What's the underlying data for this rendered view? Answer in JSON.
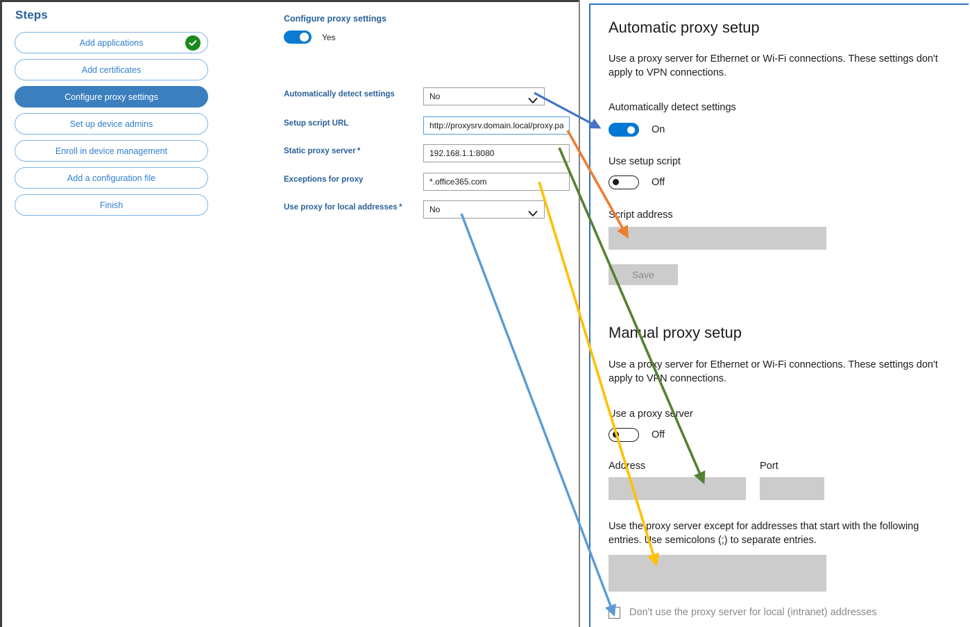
{
  "steps_panel": {
    "title": "Steps",
    "items": [
      {
        "label": "Add applications",
        "state": "complete",
        "icon": "check-circle-icon"
      },
      {
        "label": "Add certificates",
        "state": "default"
      },
      {
        "label": "Configure proxy settings",
        "state": "active"
      },
      {
        "label": "Set up device admins",
        "state": "default"
      },
      {
        "label": "Enroll in device management",
        "state": "default"
      },
      {
        "label": "Add a configuration file",
        "state": "default"
      },
      {
        "label": "Finish",
        "state": "default"
      }
    ]
  },
  "form": {
    "heading": "Configure proxy settings",
    "master_toggle": {
      "value": "Yes",
      "state": "on"
    },
    "fields": [
      {
        "label": "Automatically detect settings",
        "required": false,
        "type": "select",
        "value": "No",
        "icon": "chevron-down-icon"
      },
      {
        "label": "Setup script URL",
        "required": false,
        "type": "text",
        "value": "http://proxysrv.domain.local/proxy.pa",
        "focused": true
      },
      {
        "label": "Static proxy server",
        "required": true,
        "type": "text",
        "value": "192.168.1.1:8080"
      },
      {
        "label": "Exceptions for proxy",
        "required": false,
        "type": "text",
        "value": "*.office365.com"
      },
      {
        "label": "Use proxy for local addresses",
        "required": true,
        "type": "select",
        "value": "No",
        "icon": "chevron-down-icon"
      }
    ]
  },
  "windows_settings": {
    "automatic": {
      "title": "Automatic proxy setup",
      "description": "Use a proxy server for Ethernet or Wi-Fi connections. These settings don't apply to VPN connections.",
      "auto_detect_label": "Automatically detect settings",
      "auto_detect_state": "On",
      "setup_script_label": "Use setup script",
      "setup_script_state": "Off",
      "script_address_label": "Script address",
      "script_address_value": "",
      "save_label": "Save"
    },
    "manual": {
      "title": "Manual proxy setup",
      "description": "Use a proxy server for Ethernet or Wi-Fi connections. These settings don't apply to VPN connections.",
      "use_proxy_label": "Use a proxy server",
      "use_proxy_state": "Off",
      "address_label": "Address",
      "address_value": "",
      "port_label": "Port",
      "port_value": "",
      "exceptions_description": "Use the proxy server except for addresses that start with the following entries. Use semicolons (;) to separate entries.",
      "exceptions_value": "",
      "bypass_local_label": "Don't use the proxy server for local (intranet) addresses",
      "bypass_local_checked": false
    }
  },
  "annotations": {
    "mappings": [
      {
        "name": "automatically-detect-settings",
        "color": "#4472c4",
        "from": "Automatically detect settings",
        "to": "Automatically detect settings toggle"
      },
      {
        "name": "setup-script-url",
        "color": "#ed7d31",
        "from": "Setup script URL",
        "to": "Script address"
      },
      {
        "name": "static-proxy-server",
        "color": "#548235",
        "from": "Static proxy server",
        "to": "Address"
      },
      {
        "name": "exceptions-for-proxy",
        "color": "#ffc000",
        "from": "Exceptions for proxy",
        "to": "Exceptions entries box"
      },
      {
        "name": "use-proxy-for-local-addresses",
        "color": "#5b9bd5",
        "from": "Use proxy for local addresses",
        "to": "Don't use the proxy server for local (intranet) addresses"
      }
    ]
  },
  "colors": {
    "brand_blue": "#2a6099",
    "step_active": "#3b7fbf",
    "step_border": "#7cb3e8",
    "toggle_on": "#0078d4",
    "complete_green": "#1a8a1a",
    "panel_border": "#2e74c0",
    "gray_field": "#cccccc"
  }
}
